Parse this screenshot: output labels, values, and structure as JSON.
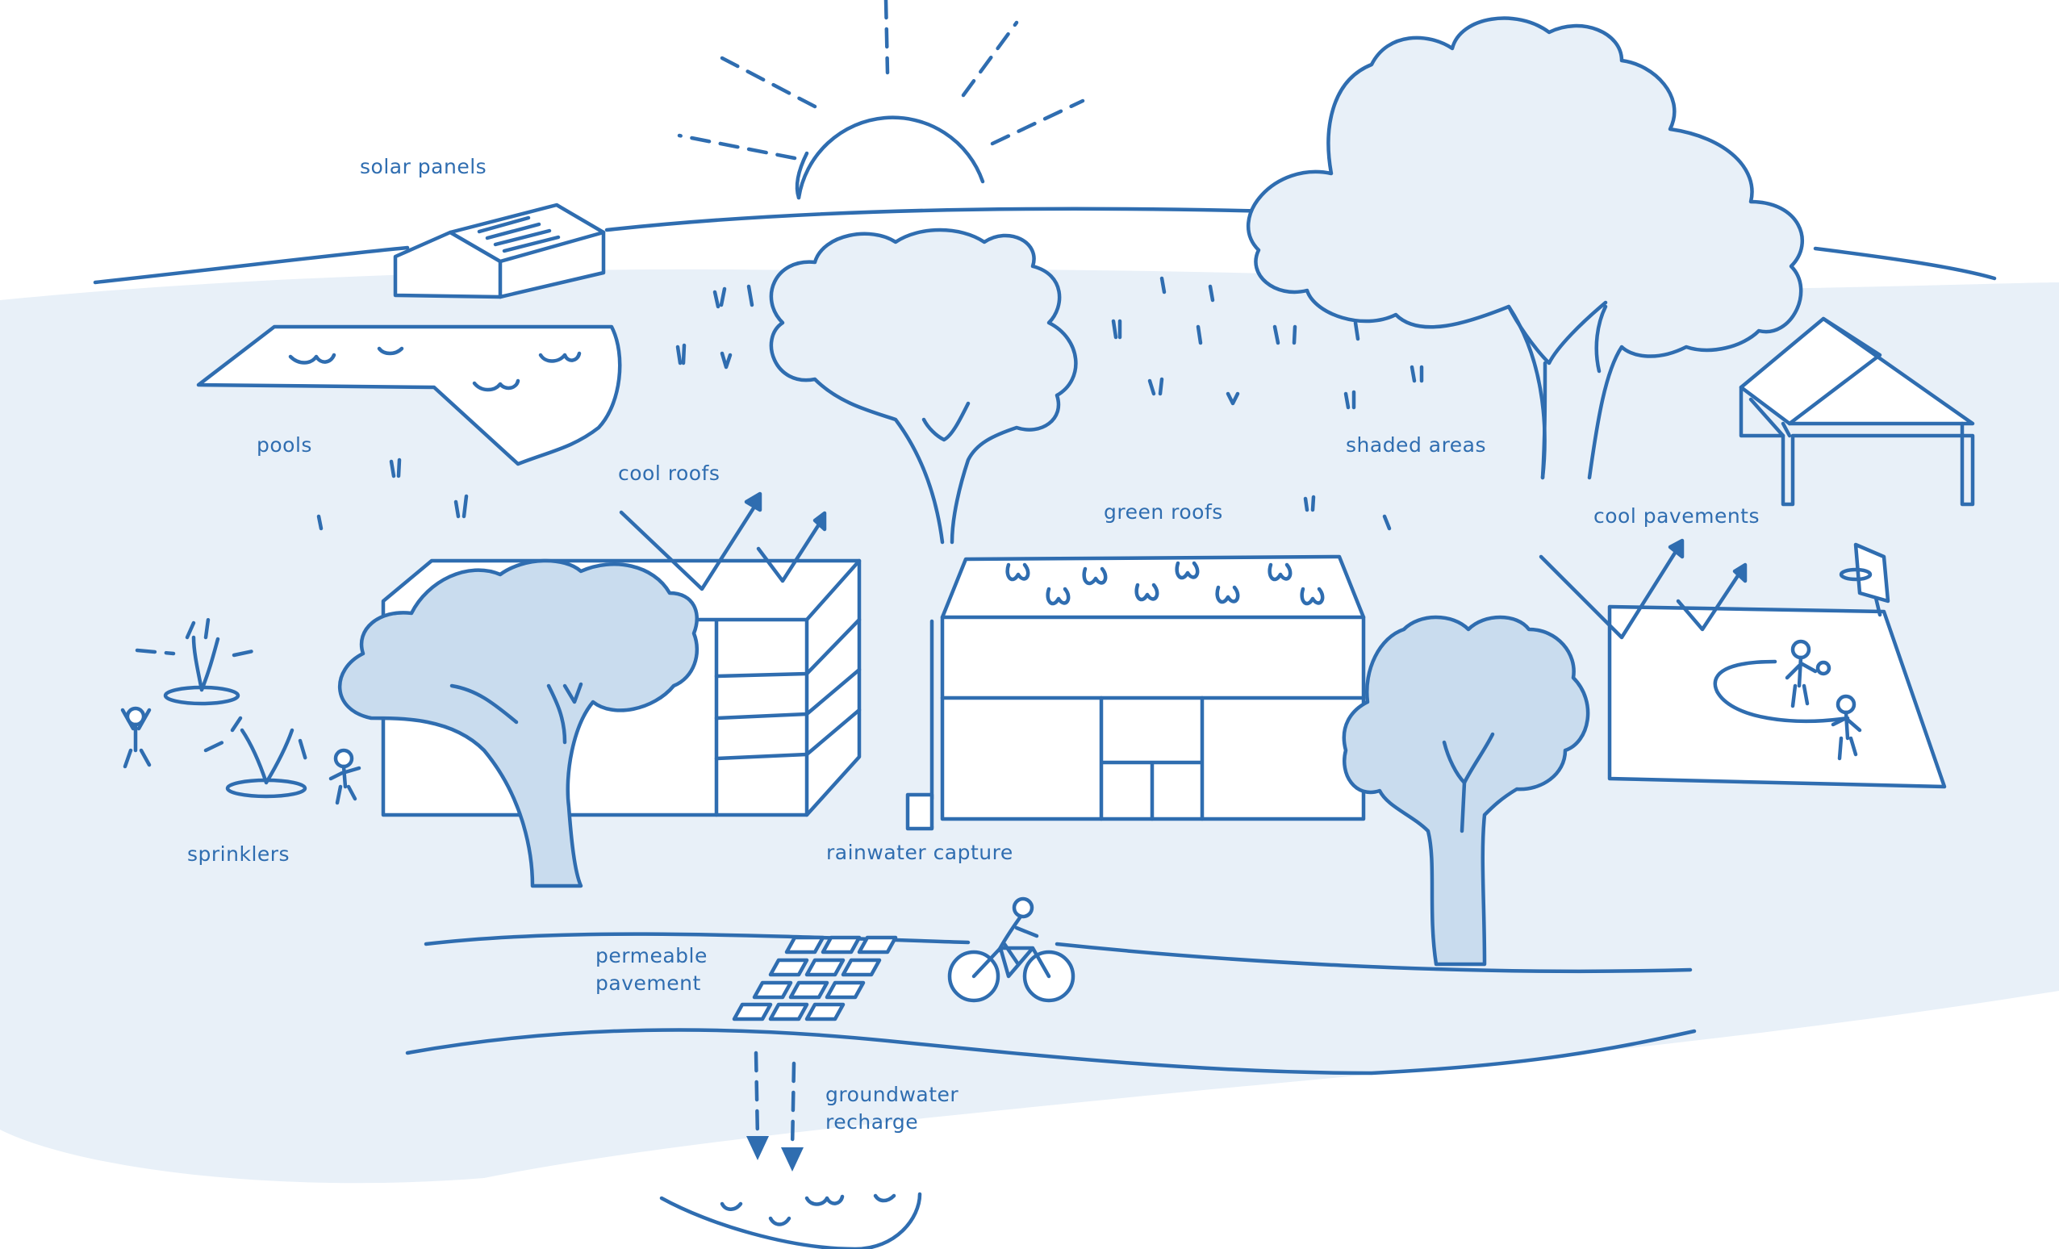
{
  "colors": {
    "line": "#2f6db0",
    "ground": "#e8f0f8",
    "tree_fill": "#c9dcee",
    "white": "#ffffff"
  },
  "labels": {
    "solar_panels": "solar panels",
    "pools": "pools",
    "cool_roofs": "cool roofs",
    "green_roofs": "green roofs",
    "shaded_areas": "shaded areas",
    "cool_pavements": "cool pavements",
    "sprinklers": "sprinklers",
    "rainwater_capture": "rainwater capture",
    "permeable_pavement_line1": "permeable",
    "permeable_pavement_line2": "pavement",
    "groundwater_recharge_line1": "groundwater",
    "groundwater_recharge_line2": "recharge"
  },
  "icons": [
    "sun-icon",
    "solar-panel-icon",
    "pool-icon",
    "building-icon",
    "tree-icon",
    "pavilion-icon",
    "basketball-court-icon",
    "sprinkler-icon",
    "person-icon",
    "cyclist-icon",
    "downward-arrow-icon",
    "aquifer-icon",
    "heat-reflection-arrow-icon"
  ]
}
